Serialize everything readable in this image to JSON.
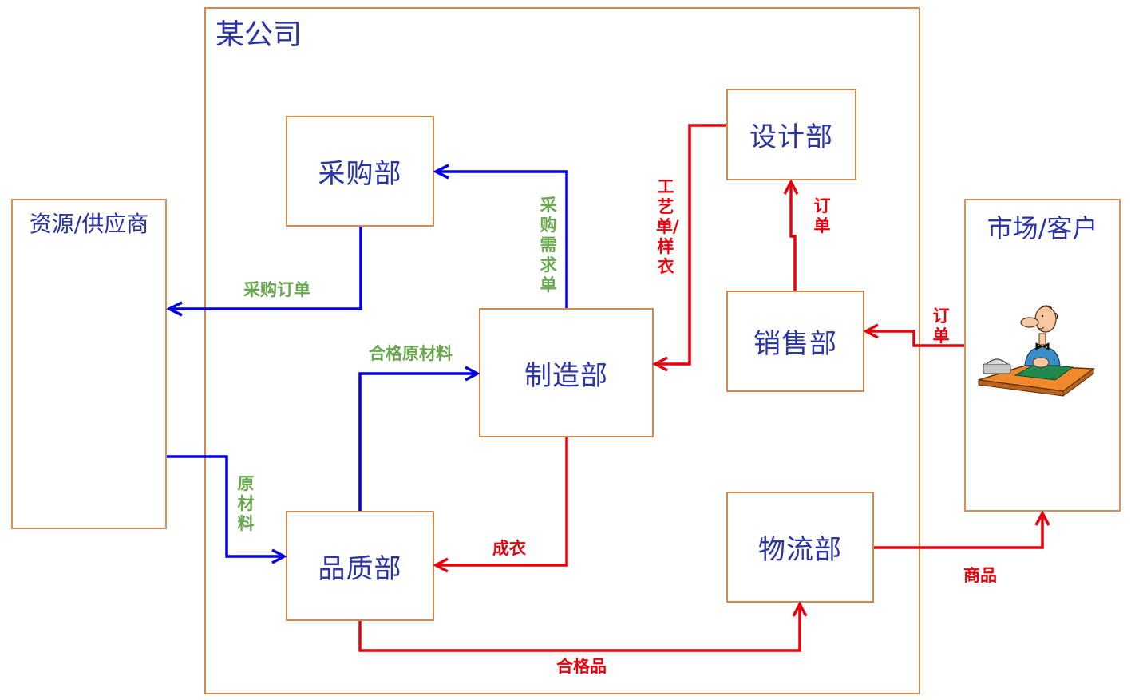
{
  "company": {
    "title": "某公司"
  },
  "external": {
    "supplier": {
      "title": "资源/供应商"
    },
    "market": {
      "title": "市场/客户",
      "illustration": "customer-at-desk-illustration"
    }
  },
  "departments": {
    "purchasing": "采购部",
    "manufacturing": "制造部",
    "quality": "品质部",
    "design": "设计部",
    "sales": "销售部",
    "logistics": "物流部"
  },
  "flows": {
    "purchase_order": {
      "label": "采购订单",
      "from": "采购部",
      "to": "资源/供应商",
      "color": "#0000e0"
    },
    "purchase_request": {
      "label": "采购需求单",
      "from": "制造部",
      "to": "采购部",
      "color": "#0000e0"
    },
    "raw_material": {
      "label": "原材料",
      "from": "资源/供应商",
      "to": "品质部",
      "color": "#0000e0"
    },
    "qualified_raw_material": {
      "label": "合格原材料",
      "from": "品质部",
      "to": "制造部",
      "color": "#0000e0"
    },
    "finished_garment": {
      "label": "成衣",
      "from": "制造部",
      "to": "品质部",
      "color": "#e8000b"
    },
    "qualified_product": {
      "label": "合格品",
      "from": "品质部",
      "to": "物流部",
      "color": "#e8000b"
    },
    "process_sheet": {
      "label": "工艺单/样衣",
      "from": "设计部",
      "to": "制造部",
      "color": "#e8000b"
    },
    "internal_order": {
      "label": "订单",
      "from": "销售部",
      "to": "设计部",
      "color": "#e8000b"
    },
    "customer_order": {
      "label": "订单",
      "from": "市场/客户",
      "to": "销售部",
      "color": "#e8000b"
    },
    "goods": {
      "label": "商品",
      "from": "物流部",
      "to": "市场/客户",
      "color": "#e8000b"
    }
  },
  "colors": {
    "border": "#d48a4e",
    "text_blue": "#2b35a8",
    "flow_blue": "#0000e0",
    "flow_red": "#e8000b",
    "label_green": "#6aa84f"
  }
}
